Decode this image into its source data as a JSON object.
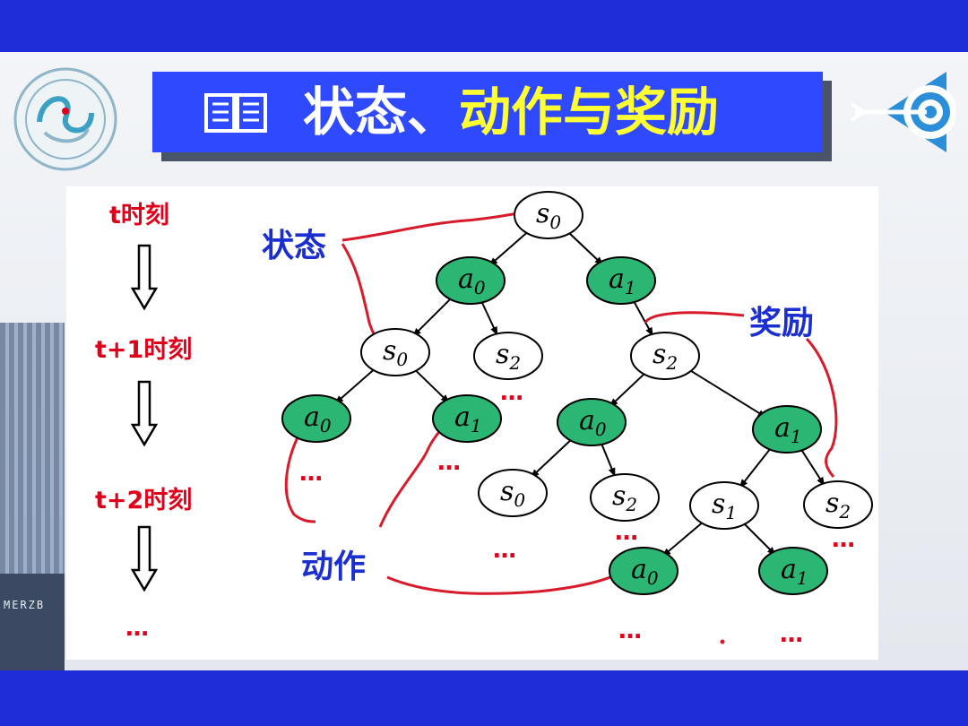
{
  "title": {
    "part1": "状态、",
    "part2": "动作与奖励"
  },
  "timeline": {
    "labels": [
      "t时刻",
      "t+1时刻",
      "t+2时刻"
    ],
    "ellipsis": "…"
  },
  "annotations": {
    "state": "状态",
    "reward": "奖励",
    "action": "动作"
  },
  "tree": {
    "nodes": [
      {
        "id": "root",
        "kind": "state",
        "base": "s",
        "sub": "0"
      },
      {
        "id": "a0_1",
        "kind": "action",
        "base": "a",
        "sub": "0"
      },
      {
        "id": "a1_1",
        "kind": "action",
        "base": "a",
        "sub": "1"
      },
      {
        "id": "s0_2",
        "kind": "state",
        "base": "s",
        "sub": "0"
      },
      {
        "id": "s2_2a",
        "kind": "state",
        "base": "s",
        "sub": "2"
      },
      {
        "id": "s2_2b",
        "kind": "state",
        "base": "s",
        "sub": "2"
      },
      {
        "id": "a0_3a",
        "kind": "action",
        "base": "a",
        "sub": "0"
      },
      {
        "id": "a1_3a",
        "kind": "action",
        "base": "a",
        "sub": "1"
      },
      {
        "id": "a0_3b",
        "kind": "action",
        "base": "a",
        "sub": "0"
      },
      {
        "id": "a1_3b",
        "kind": "action",
        "base": "a",
        "sub": "1"
      },
      {
        "id": "s0_4",
        "kind": "state",
        "base": "s",
        "sub": "0"
      },
      {
        "id": "s2_4a",
        "kind": "state",
        "base": "s",
        "sub": "2"
      },
      {
        "id": "s1_4",
        "kind": "state",
        "base": "s",
        "sub": "1"
      },
      {
        "id": "s2_4b",
        "kind": "state",
        "base": "s",
        "sub": "2"
      },
      {
        "id": "a0_5",
        "kind": "action",
        "base": "a",
        "sub": "0"
      },
      {
        "id": "a1_5",
        "kind": "action",
        "base": "a",
        "sub": "1"
      }
    ],
    "edges": [
      [
        "root",
        "a0_1"
      ],
      [
        "root",
        "a1_1"
      ],
      [
        "a0_1",
        "s0_2"
      ],
      [
        "a0_1",
        "s2_2a"
      ],
      [
        "a1_1",
        "s2_2b"
      ],
      [
        "s0_2",
        "a0_3a"
      ],
      [
        "s0_2",
        "a1_3a"
      ],
      [
        "s2_2b",
        "a0_3b"
      ],
      [
        "s2_2b",
        "a1_3b"
      ],
      [
        "a0_3b",
        "s0_4"
      ],
      [
        "a0_3b",
        "s2_4a"
      ],
      [
        "a1_3b",
        "s1_4"
      ],
      [
        "a1_3b",
        "s2_4b"
      ],
      [
        "s1_4",
        "a0_5"
      ],
      [
        "s1_4",
        "a1_5"
      ]
    ],
    "ellipsis": "…"
  },
  "colors": {
    "band_blue": "#1f2dd8",
    "title_box": "#2f49ff",
    "action_fill": "#2bb673",
    "state_fill": "#ffffff",
    "annotation_blue": "#1b2fd0",
    "curve_red": "#d81a2a"
  }
}
